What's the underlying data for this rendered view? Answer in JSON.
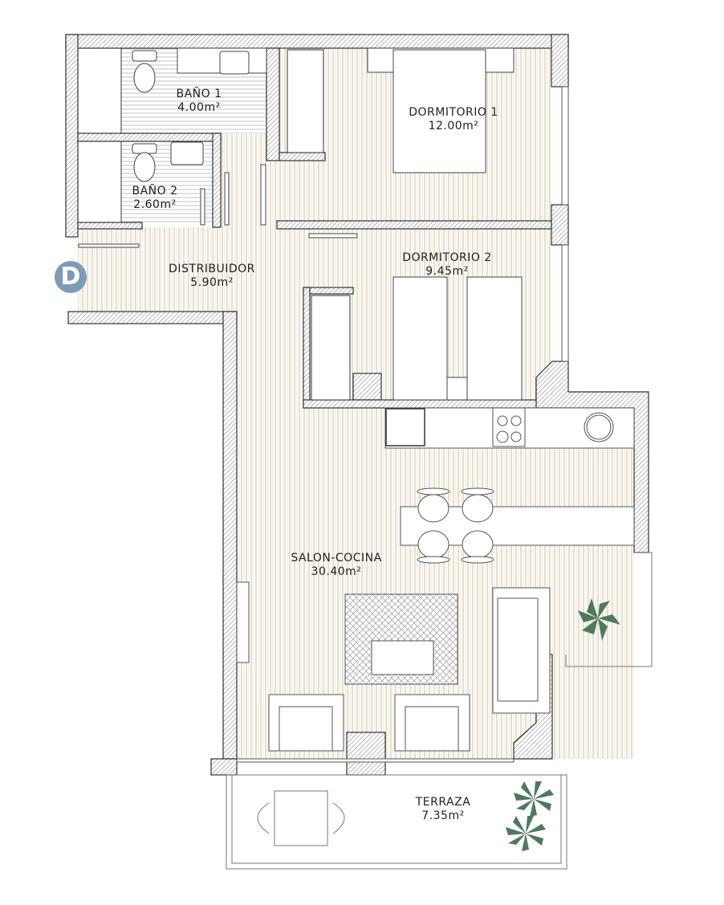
{
  "rooms": [
    {
      "name": "BAÑO 1",
      "area": "4.00m²"
    },
    {
      "name": "BAÑO 2",
      "area": "2.60m²"
    },
    {
      "name": "DORMITORIO 1",
      "area": "12.00m²"
    },
    {
      "name": "DORMITORIO 2",
      "area": "9.45m²"
    },
    {
      "name": "DISTRIBUIDOR",
      "area": "5.90m²"
    },
    {
      "name": "SALON-COCINA",
      "area": "30.40m²"
    },
    {
      "name": "TERRAZA",
      "area": "7.35m²"
    }
  ],
  "unit_marker": "D",
  "colors": {
    "wood_stripe": "#d9c9a8",
    "tile_stripe": "#c9d0d3",
    "wall": "#444444",
    "marker": "#7d9cb8",
    "plant": "#4e7a5c"
  }
}
